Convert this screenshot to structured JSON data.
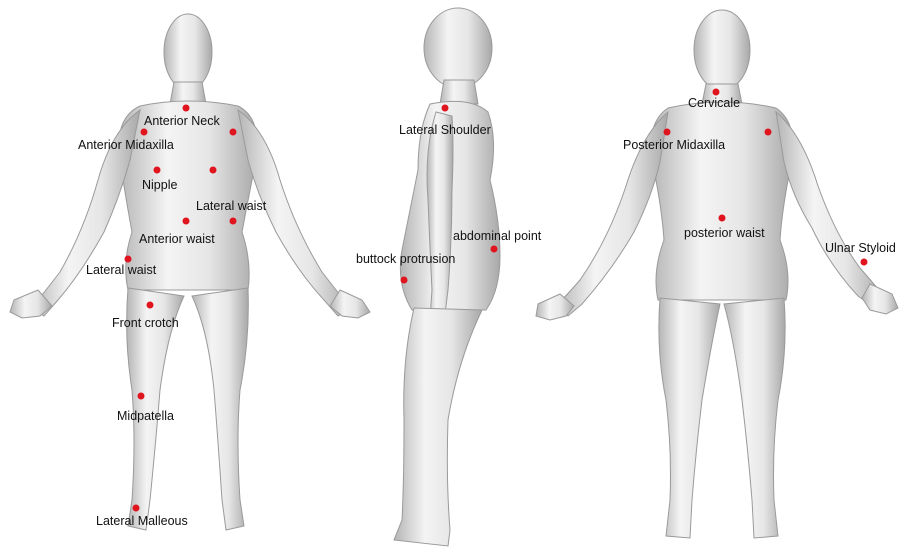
{
  "colors": {
    "marker": "#e0141e",
    "body_light": "#f2f2f2",
    "body_mid": "#cfcfcf",
    "body_dark": "#a9a9a9",
    "outline": "#9a9a9a"
  },
  "front_view": {
    "labels": {
      "anterior_neck": "Anterior Neck",
      "anterior_midaxilla": "Anterior Midaxilla",
      "nipple": "Nipple",
      "lateral_waist_right": "Lateral waist",
      "anterior_waist": "Anterior waist",
      "lateral_waist_left": "Lateral waist",
      "front_crotch": "Front crotch",
      "midpatella": "Midpatella",
      "lateral_malleous": "Lateral Malleous"
    }
  },
  "side_view": {
    "labels": {
      "lateral_shoulder": "Lateral Shoulder",
      "abdominal_point": "abdominal point",
      "buttock_protrusion": "buttock protrusion"
    }
  },
  "back_view": {
    "labels": {
      "cervicale": "Cervicale",
      "posterior_midaxilla": "Posterior Midaxilla",
      "posterior_waist": "posterior waist",
      "ulnar_styloid": "Ulnar Styloid"
    }
  }
}
